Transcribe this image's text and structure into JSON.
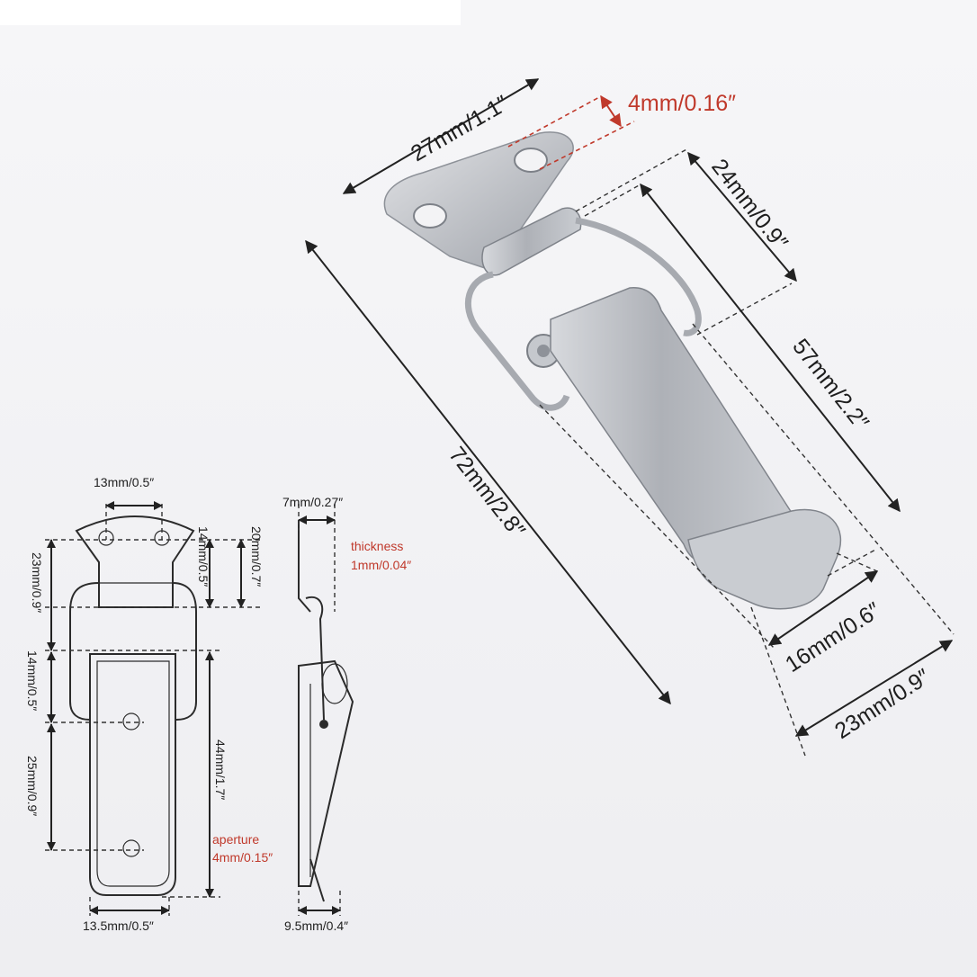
{
  "photo_dimensions": {
    "top_plate_width": "27mm/1.1″",
    "hole_offset": "4mm/0.16″",
    "hinge_to_loop": "24mm/0.9″",
    "latch_length": "57mm/2.2″",
    "total_length": "72mm/2.8″",
    "clip_width": "16mm/0.6″",
    "body_width": "23mm/0.9″"
  },
  "front_view": {
    "hole_spacing": "13mm/0.5″",
    "plate_height": "23mm/0.9″",
    "hinge_height": "14mm/0.5″",
    "plate_total": "20mm/0.7″",
    "upper_section": "14mm/0.5″",
    "hole_distance": "25mm/0.9″",
    "latch_height": "44mm/1.7″",
    "bottom_width": "13.5mm/0.5″"
  },
  "side_view": {
    "top_depth": "7mm/0.27″",
    "thickness_label": "thickness",
    "thickness_value": "1mm/0.04″",
    "aperture_label": "aperture",
    "aperture_value": "4mm/0.15″",
    "bottom_depth": "9.5mm/0.4″"
  },
  "colors": {
    "accent_red": "#c0392b",
    "line": "#222222",
    "metal": "#b9bcc2"
  }
}
